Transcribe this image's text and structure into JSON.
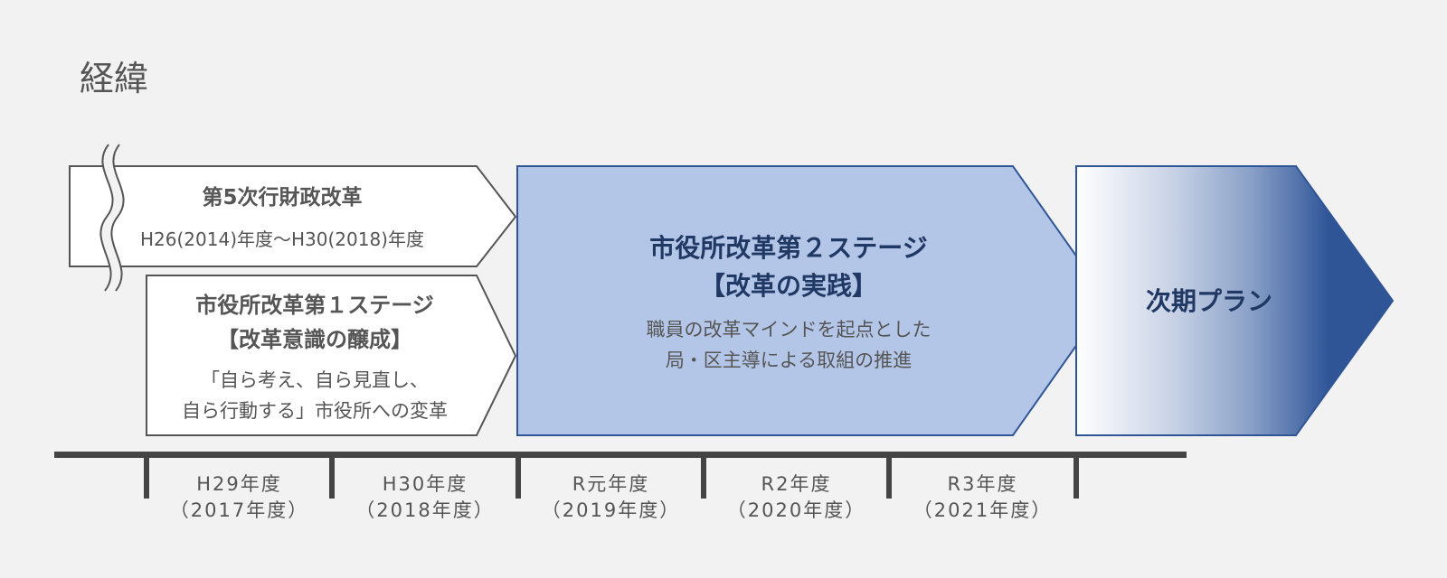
{
  "title": "経緯",
  "boxes": {
    "reform5": {
      "title": "第5次行財政改革",
      "period": "H26(2014)年度〜H30(2018)年度"
    },
    "stage1": {
      "title_line1": "市役所改革第１ステージ",
      "title_line2": "【改革意識の醸成】",
      "desc_line1": "「自ら考え、自ら見直し、",
      "desc_line2": "自ら行動する」市役所への変革"
    },
    "stage2": {
      "title_line1": "市役所改革第２ステージ",
      "title_line2": "【改革の実践】",
      "desc_line1": "職員の改革マインドを起点とした",
      "desc_line2": "局・区主導による取組の推進"
    },
    "next": {
      "title": "次期プラン"
    }
  },
  "timeline": [
    {
      "era": "H29年度",
      "year": "（2017年度）"
    },
    {
      "era": "H30年度",
      "year": "（2018年度）"
    },
    {
      "era": "R元年度",
      "year": "（2019年度）"
    },
    {
      "era": "R2年度",
      "year": "（2020年度）"
    },
    {
      "era": "R3年度",
      "year": "（2021年度）"
    }
  ],
  "colors": {
    "background": "#f2f2f2",
    "outline_gray": "#555555",
    "text_gray": "#555555",
    "stage2_fill": "#b4c6e7",
    "stage2_border": "#2f5597",
    "stage2_title": "#1f3864",
    "next_gradient_start": "#ffffff",
    "next_gradient_end": "#2f5597",
    "timeline_bar": "#444444"
  }
}
